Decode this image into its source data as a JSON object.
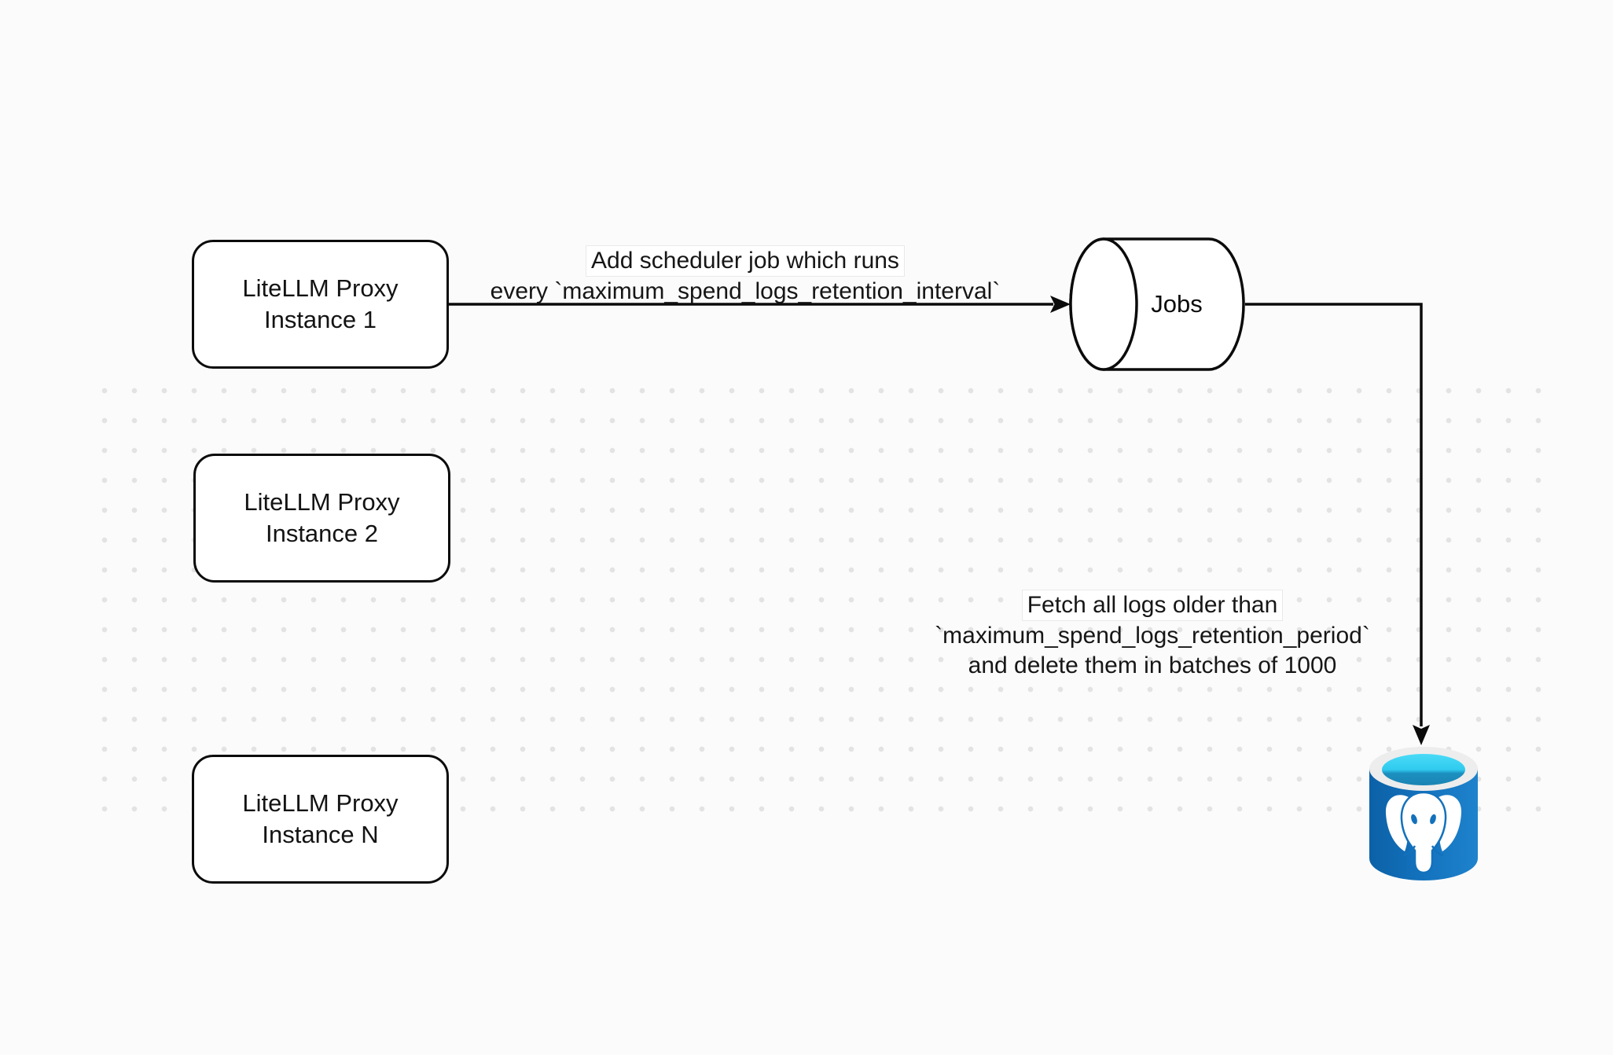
{
  "nodes": {
    "instance1": {
      "line1": "LiteLLM Proxy",
      "line2": "Instance 1"
    },
    "instance2": {
      "line1": "LiteLLM Proxy",
      "line2": "Instance 2"
    },
    "instanceN": {
      "line1": "LiteLLM Proxy",
      "line2": "Instance N"
    },
    "jobs": {
      "label": "Jobs"
    }
  },
  "edge_labels": {
    "scheduler": {
      "line1": "Add scheduler job which runs",
      "line2": "every `maximum_spend_logs_retention_interval`"
    },
    "cleanup": {
      "line1": "Fetch all logs older than",
      "line2": "`maximum_spend_logs_retention_period`",
      "line3": "and delete them in batches of 1000"
    }
  },
  "icons": {
    "jobs_shape": "horizontal-cylinder-queue-icon",
    "database": "postgresql-elephant-database-icon"
  },
  "colors": {
    "canvas_background": "#FBFBFB",
    "node_fill": "#FFFFFF",
    "stroke": "#0B0B0B",
    "dot_grid": "#E3E3E3",
    "postgres_body_blue": "#1371BC",
    "postgres_body_dark": "#0C61A6",
    "postgres_body_light": "#1E82CC",
    "postgres_top_cyan": "#38CFF1",
    "postgres_liquid_blue": "#1A84B4",
    "postgres_rim": "#EDEDED"
  }
}
